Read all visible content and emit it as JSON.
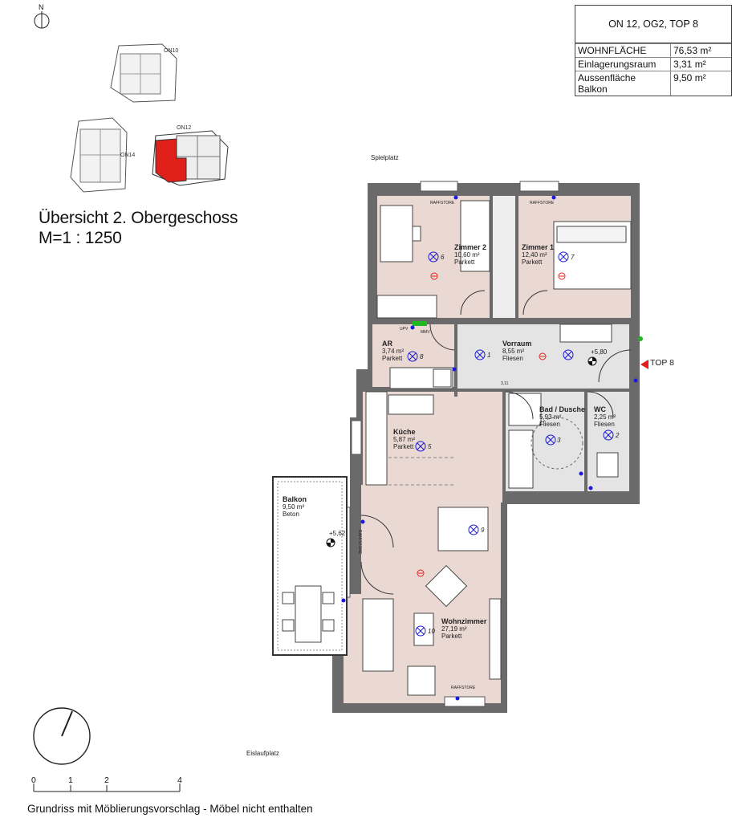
{
  "north_label": "N",
  "info_table": {
    "title": "ON 12, OG2, TOP 8",
    "rows": [
      {
        "label": "WOHNFLÄCHE",
        "value": "76,53 m²"
      },
      {
        "label": "Einlagerungsraum",
        "value": "3,31 m²"
      },
      {
        "label": "Aussenfläche Balkon",
        "value": "9,50 m²"
      }
    ]
  },
  "overview": {
    "title": "Übersicht 2. Obergeschoss",
    "scale": "M=1 : 1250",
    "buildings": [
      "ON10",
      "ON12",
      "ON14"
    ],
    "highlight_color": "#e0201a"
  },
  "context_labels": {
    "top": "Spielplatz",
    "bottom": "Eislaufplatz"
  },
  "unit_marker": "TOP 8",
  "marker_color": "#e0201a",
  "rooms": [
    {
      "name": "Zimmer 2",
      "area": "10,60 m²",
      "floor": "Parkett",
      "no": "6"
    },
    {
      "name": "Zimmer 1",
      "area": "12,40 m²",
      "floor": "Parkett",
      "no": "7"
    },
    {
      "name": "AR",
      "area": "3,74 m²",
      "floor": "Parkett",
      "no": "8"
    },
    {
      "name": "Vorraum",
      "area": "8,55 m²",
      "floor": "Fliesen",
      "no": "1"
    },
    {
      "name": "Bad / Dusche",
      "area": "5,93 m²",
      "floor": "Fliesen",
      "no": "3"
    },
    {
      "name": "WC",
      "area": "2,25 m²",
      "floor": "Fliesen",
      "no": "2"
    },
    {
      "name": "Küche",
      "area": "5,87 m²",
      "floor": "Parkett",
      "no": "5"
    },
    {
      "name": "Balkon",
      "area": "9,50 m²",
      "floor": "Beton"
    },
    {
      "name": "Wohnzimmer",
      "area": "27,19 m²",
      "floor": "Parkett",
      "no": "10"
    }
  ],
  "dining_no": "9",
  "levels": {
    "entrance": "+5,80",
    "balcony": "+5,62"
  },
  "small_labels": {
    "raff1": "RAFFSTORE",
    "raff2": "RAFFSTORE",
    "raff3": "RAFFSTORE",
    "raff4": "RAFFSTORE",
    "upv": "UPV",
    "mmv": "MMV",
    "height": "3,11"
  },
  "scale_bar": {
    "ticks": [
      "0",
      "1",
      "2",
      "4"
    ]
  },
  "footer": "Grundriss mit Möblierungsvorschlag - Möbel nicht enthalten",
  "colors": {
    "room_fill": "#ead8d3",
    "tile_fill": "#e4e4e4",
    "wall": "#5e5e5e",
    "symbol": "#1a1adc",
    "green": "#22b822"
  }
}
